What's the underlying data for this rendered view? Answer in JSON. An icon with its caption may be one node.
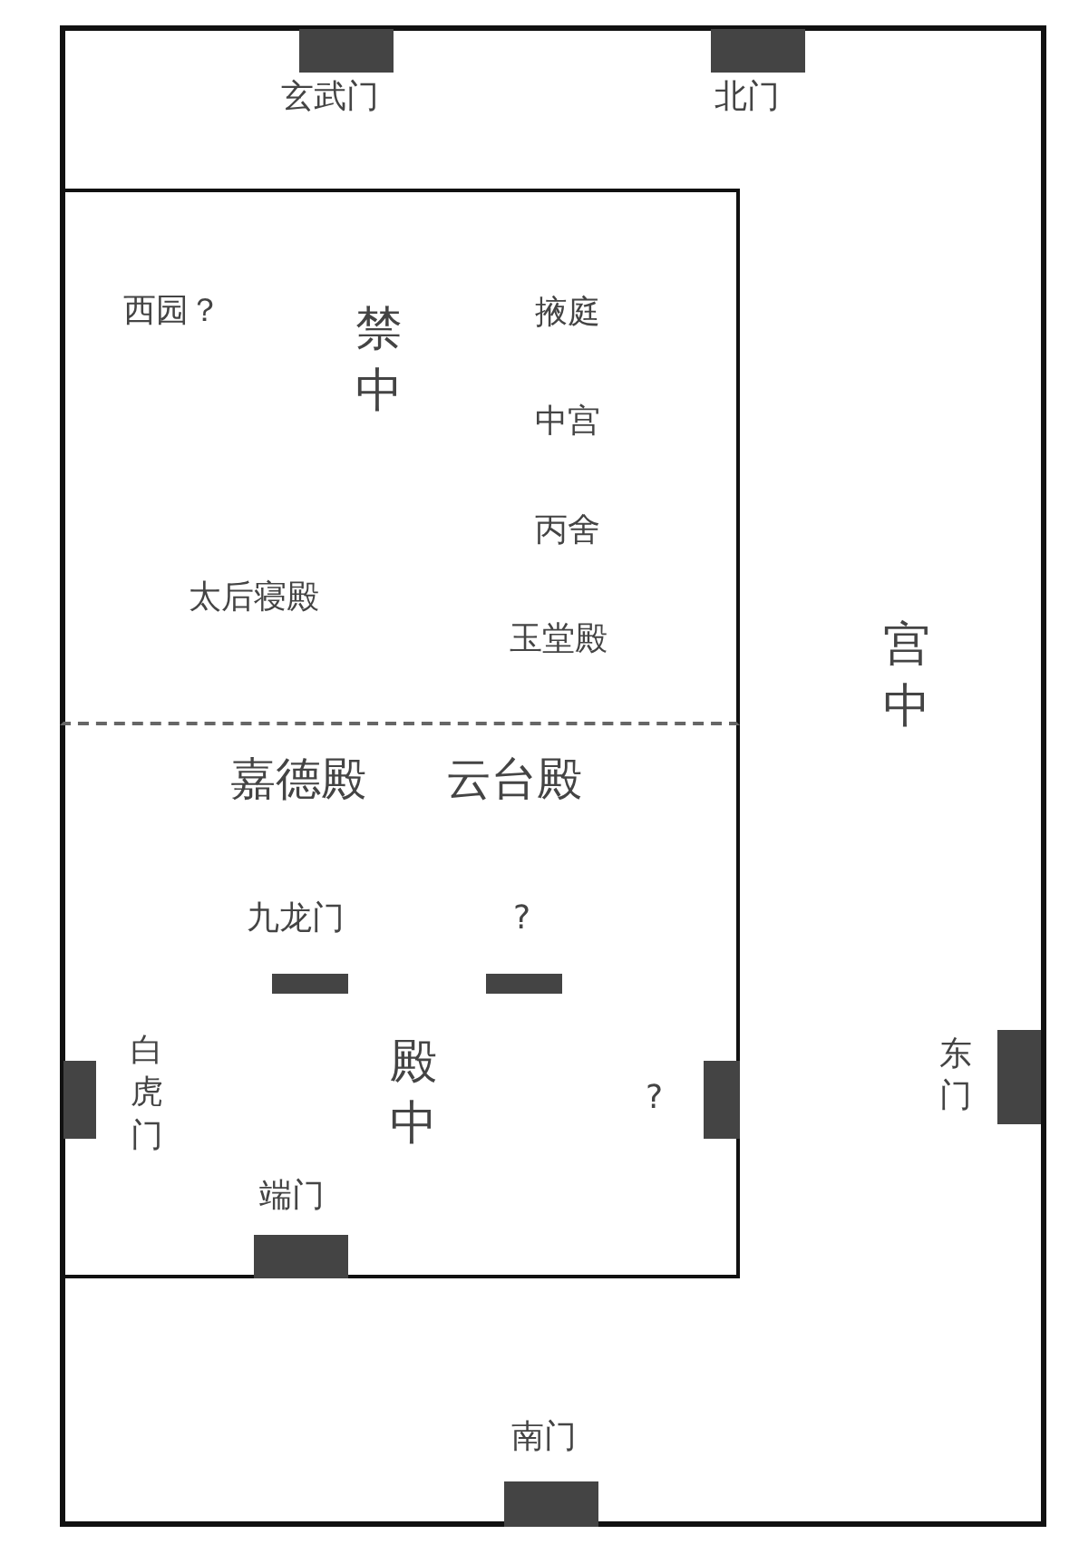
{
  "diagram": {
    "nodes": [
      {
        "text": [
          "宫中"
        ]
      },
      {
        "text": [
          "玄武门"
        ],
        "in": 0
      },
      {
        "text": [
          "北门"
        ],
        "in": 0
      },
      {
        "text": [
          "禁中"
        ],
        "in": 0
      },
      {
        "text": [
          "殿中"
        ],
        "in": 0
      },
      {
        "text": [
          "九龙门"
        ],
        "in": 4
      },
      {
        "text": [
          "?"
        ],
        "in": 4
      },
      {
        "text": [
          "白虎门"
        ],
        "in": 4
      },
      {
        "text": [
          "?"
        ],
        "in": 4
      },
      {
        "text": [
          "东门"
        ],
        "in": 0
      },
      {
        "text": [
          "端门"
        ],
        "in": 4
      },
      {
        "text": [
          "南门"
        ],
        "in": 0
      }
    ],
    "edges": [],
    "labels": [
      "西园？",
      "掖庭",
      "中宫",
      "丙舍",
      "太后寝殿",
      "玉堂殿",
      "嘉德殿",
      "云台殿"
    ]
  }
}
